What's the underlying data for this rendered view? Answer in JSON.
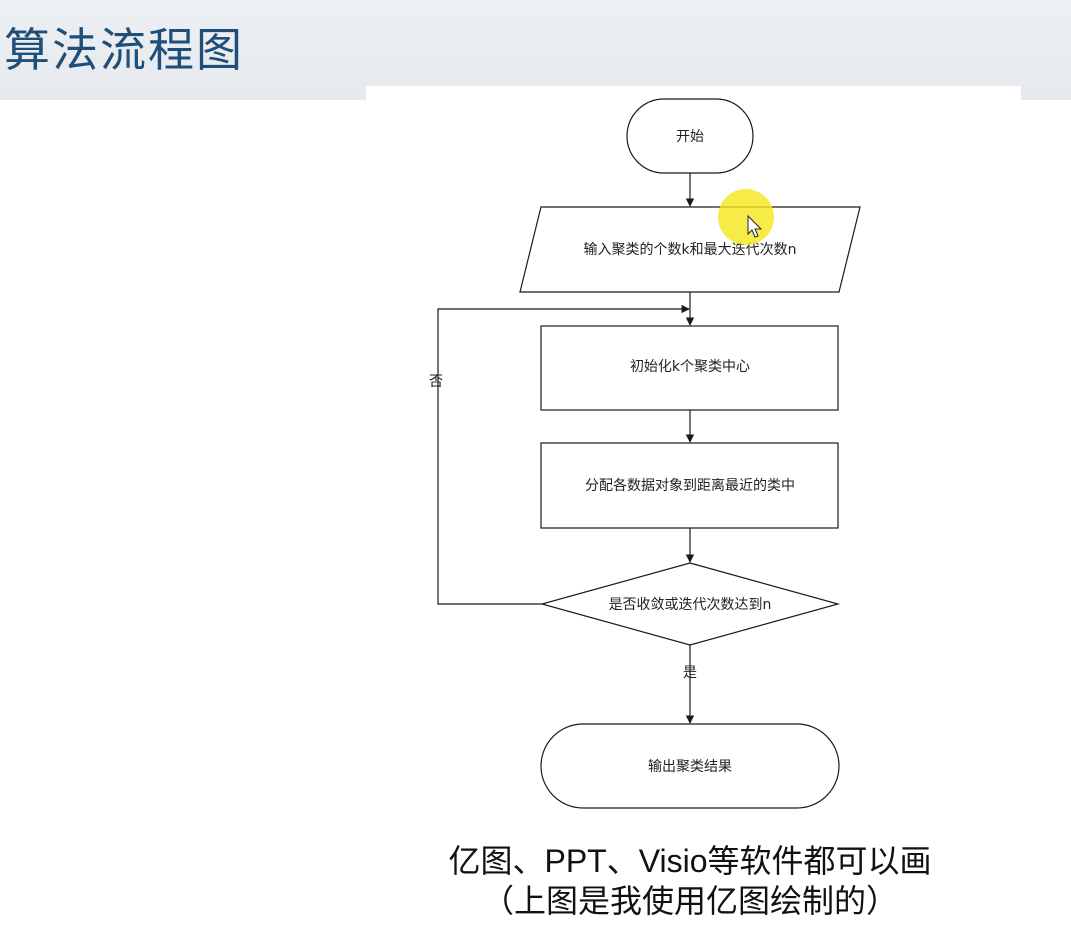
{
  "slide": {
    "title": "算法流程图",
    "caption_line1": "亿图、PPT、Visio等软件都可以画",
    "caption_line2": "（上图是我使用亿图绘制的）"
  },
  "flowchart": {
    "nodes": {
      "start": "开始",
      "input": "输入聚类的个数k和最大迭代次数n",
      "init": "初始化k个聚类中心",
      "assign": "分配各数据对象到距离最近的类中",
      "decision": "是否收敛或迭代次数达到n",
      "output": "输出聚类结果"
    },
    "edges": {
      "no_label": "否",
      "yes_label": "是"
    }
  },
  "colors": {
    "title": "#1f4e79",
    "title_band": "#e8ecef",
    "stroke": "#1a1a1a",
    "cursor_highlight": "#f5e61a"
  }
}
